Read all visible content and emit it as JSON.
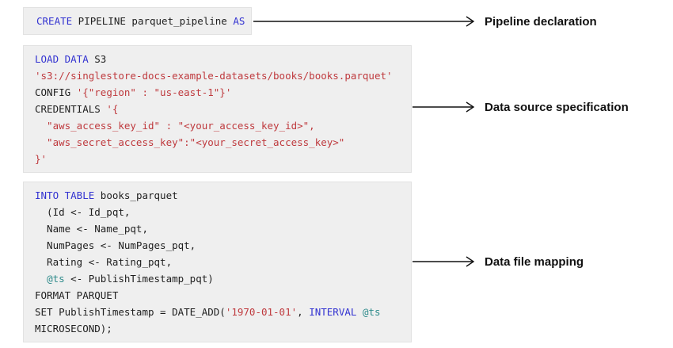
{
  "colors": {
    "keyword": "#3333d1",
    "string": "#bf3a3e",
    "variable": "#2e8b8b",
    "code": "#1f1f1f",
    "label": "#111111",
    "box_bg": "#efefef",
    "box_border": "#e2e2e2",
    "arrow": "#111111"
  },
  "blocks": [
    {
      "label": "Pipeline declaration",
      "lines": [
        [
          {
            "t": "CREATE",
            "c": "keyword"
          },
          {
            "t": " PIPELINE parquet_pipeline ",
            "c": "plain"
          },
          {
            "t": "AS",
            "c": "keyword"
          }
        ]
      ]
    },
    {
      "label": "Data source specification",
      "lines": [
        [
          {
            "t": "LOAD DATA",
            "c": "keyword"
          },
          {
            "t": " S3",
            "c": "plain"
          }
        ],
        [
          {
            "t": "'s3://singlestore-docs-example-datasets/books/books.parquet'",
            "c": "string"
          }
        ],
        [
          {
            "t": "CONFIG ",
            "c": "plain"
          },
          {
            "t": "'{\"region\" : \"us-east-1\"}'",
            "c": "string"
          }
        ],
        [
          {
            "t": "CREDENTIALS ",
            "c": "plain"
          },
          {
            "t": "'{",
            "c": "string"
          }
        ],
        [
          {
            "t": "  \"aws_access_key_id\" : \"<your_access_key_id>\",",
            "c": "string"
          }
        ],
        [
          {
            "t": "  \"aws_secret_access_key\":\"<your_secret_access_key>\"",
            "c": "string"
          }
        ],
        [
          {
            "t": "}'",
            "c": "string"
          }
        ]
      ]
    },
    {
      "label": "Data file mapping",
      "lines": [
        [
          {
            "t": "INTO TABLE",
            "c": "keyword"
          },
          {
            "t": " books_parquet",
            "c": "plain"
          }
        ],
        [
          {
            "t": "  (Id <- Id_pqt,",
            "c": "plain"
          }
        ],
        [
          {
            "t": "  Name <- Name_pqt,",
            "c": "plain"
          }
        ],
        [
          {
            "t": "  NumPages <- NumPages_pqt,",
            "c": "plain"
          }
        ],
        [
          {
            "t": "  Rating <- Rating_pqt,",
            "c": "plain"
          }
        ],
        [
          {
            "t": "  ",
            "c": "plain"
          },
          {
            "t": "@ts",
            "c": "variable"
          },
          {
            "t": " <- PublishTimestamp_pqt)",
            "c": "plain"
          }
        ],
        [
          {
            "t": "FORMAT PARQUET",
            "c": "plain"
          }
        ],
        [
          {
            "t": "SET PublishTimestamp = DATE_ADD(",
            "c": "plain"
          },
          {
            "t": "'1970-01-01'",
            "c": "string"
          },
          {
            "t": ", ",
            "c": "plain"
          },
          {
            "t": "INTERVAL",
            "c": "keyword"
          },
          {
            "t": " ",
            "c": "plain"
          },
          {
            "t": "@ts",
            "c": "variable"
          }
        ],
        [
          {
            "t": "MICROSECOND);",
            "c": "plain"
          }
        ]
      ]
    }
  ]
}
